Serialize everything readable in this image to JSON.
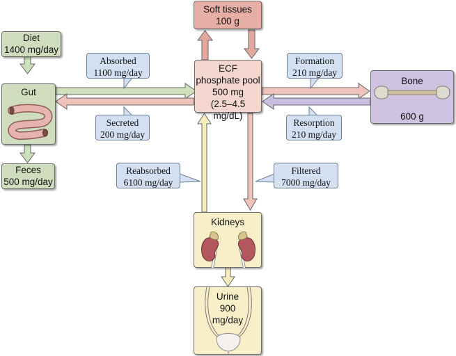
{
  "title": "Phosphate homeostasis",
  "nodes": {
    "diet": {
      "name": "Diet",
      "value": "1400 mg/day"
    },
    "gut": {
      "name": "Gut"
    },
    "feces": {
      "name": "Feces",
      "value": "500 mg/day"
    },
    "soft_tissues": {
      "name": "Soft tissues",
      "value": "100 g"
    },
    "ecf": {
      "line1": "ECF",
      "line2": "phosphate pool",
      "line3": "500 mg",
      "line4": "(2.5–4.5 mg/dL)"
    },
    "bone": {
      "name": "Bone",
      "value": "600 g"
    },
    "kidneys": {
      "name": "Kidneys"
    },
    "urine": {
      "name": "Urine",
      "value1": "900",
      "value2": "mg/day"
    }
  },
  "flows": {
    "absorbed": {
      "name": "Absorbed",
      "value": "1100 mg/day"
    },
    "secreted": {
      "name": "Secreted",
      "value": "200 mg/day"
    },
    "formation": {
      "name": "Formation",
      "value": "210 mg/day"
    },
    "resorption": {
      "name": "Resorption",
      "value": "210 mg/day"
    },
    "reabsorbed": {
      "name": "Reabsorbed",
      "value": "6100 mg/day"
    },
    "filtered": {
      "name": "Filtered",
      "value": "7000 mg/day"
    }
  },
  "colors": {
    "green_arrow": "#cfe0bd",
    "pink_arrow": "#f0c3bb",
    "purple_arrow": "#c8bfe0",
    "yellow_arrow": "#f6edbd",
    "rose_arrow": "#e3a89e",
    "label_bg": "#d2e0f2"
  }
}
